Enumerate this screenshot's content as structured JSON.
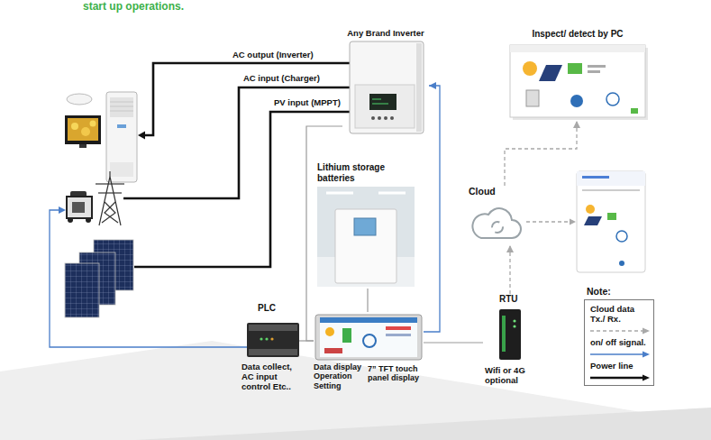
{
  "diagram": {
    "nodes": [
      {
        "text": [
          "Any Brand Inverter"
        ]
      },
      {
        "text": [
          "Inspect/ detect by PC"
        ]
      },
      {
        "text": [
          "Lithium storage batteries"
        ]
      },
      {
        "text": [
          "Cloud"
        ]
      },
      {
        "text": [
          "PLC",
          "Data collect, AC input control Etc.."
        ]
      },
      {
        "text": [
          "Data display Operation Setting",
          "7” TFT touch panel display"
        ]
      },
      {
        "text": [
          "RTU",
          "Wifi or 4G optional"
        ]
      }
    ],
    "edges": [
      {
        "from": 2,
        "to": 5,
        "arrow": "none"
      },
      {
        "from": 4,
        "to": 5,
        "arrow": "none"
      },
      {
        "from": 0,
        "to": 5,
        "arrow": "none"
      },
      {
        "from": 5,
        "to": 0,
        "arrow": "to"
      },
      {
        "from": 5,
        "to": 6,
        "arrow": "none"
      },
      {
        "from": 6,
        "to": 3,
        "arrow": "to"
      },
      {
        "from": 3,
        "to": 1,
        "arrow": "to"
      }
    ],
    "labels": [
      "start up operations.",
      "AC output (Inverter)",
      "AC input (Charger)",
      "PV input (MPPT)",
      "Note:"
    ],
    "legend": [
      {
        "text": "Cloud data Tx./ Rx."
      },
      {
        "text": "on/ off signal."
      },
      {
        "text": "Power line"
      }
    ]
  }
}
